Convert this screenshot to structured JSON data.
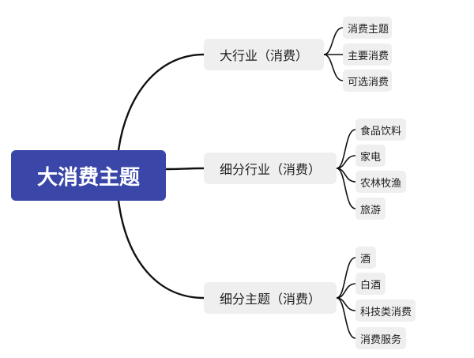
{
  "root": {
    "label": "大消费主题"
  },
  "branches": [
    {
      "label": "大行业（消费）",
      "children": [
        "消费主题",
        "主要消费",
        "可选消费"
      ]
    },
    {
      "label": "细分行业（消费）",
      "children": [
        "食品饮料",
        "家电",
        "农林牧渔",
        "旅游"
      ]
    },
    {
      "label": "细分主题（消费）",
      "children": [
        "酒",
        "白酒",
        "科技类消费",
        "消费服务"
      ]
    }
  ],
  "colors": {
    "root_fill": "#3a47a8",
    "node_fill": "#efefef",
    "line": "#111111"
  }
}
